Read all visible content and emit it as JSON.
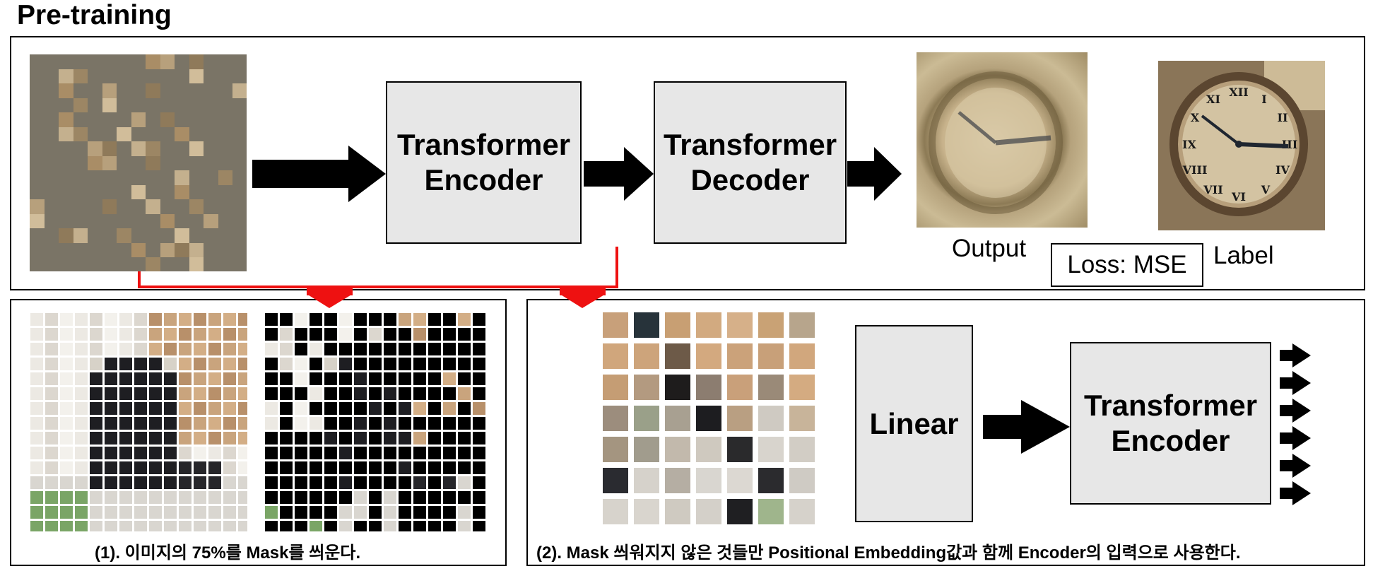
{
  "section_title": "Pre-training",
  "pretraining": {
    "encoder_label": "Transformer\nEncoder",
    "decoder_label": "Transformer\nDecoder",
    "output_label": "Output",
    "label_label": "Label",
    "loss_label": "Loss: MSE"
  },
  "step1": {
    "caption": "(1). 이미지의 75%를 Mask를 씌운다."
  },
  "step2": {
    "linear_label": "Linear",
    "encoder_label": "Transformer\nEncoder",
    "caption": "(2). Mask 씌워지지 않은 것들만 Positional Embedding값과 함께 Encoder의 입력으로 사용한다."
  },
  "colors": {
    "box_fill": "#e7e7e7",
    "connector": "#ee1111",
    "mask_gray": "#7a7466"
  }
}
